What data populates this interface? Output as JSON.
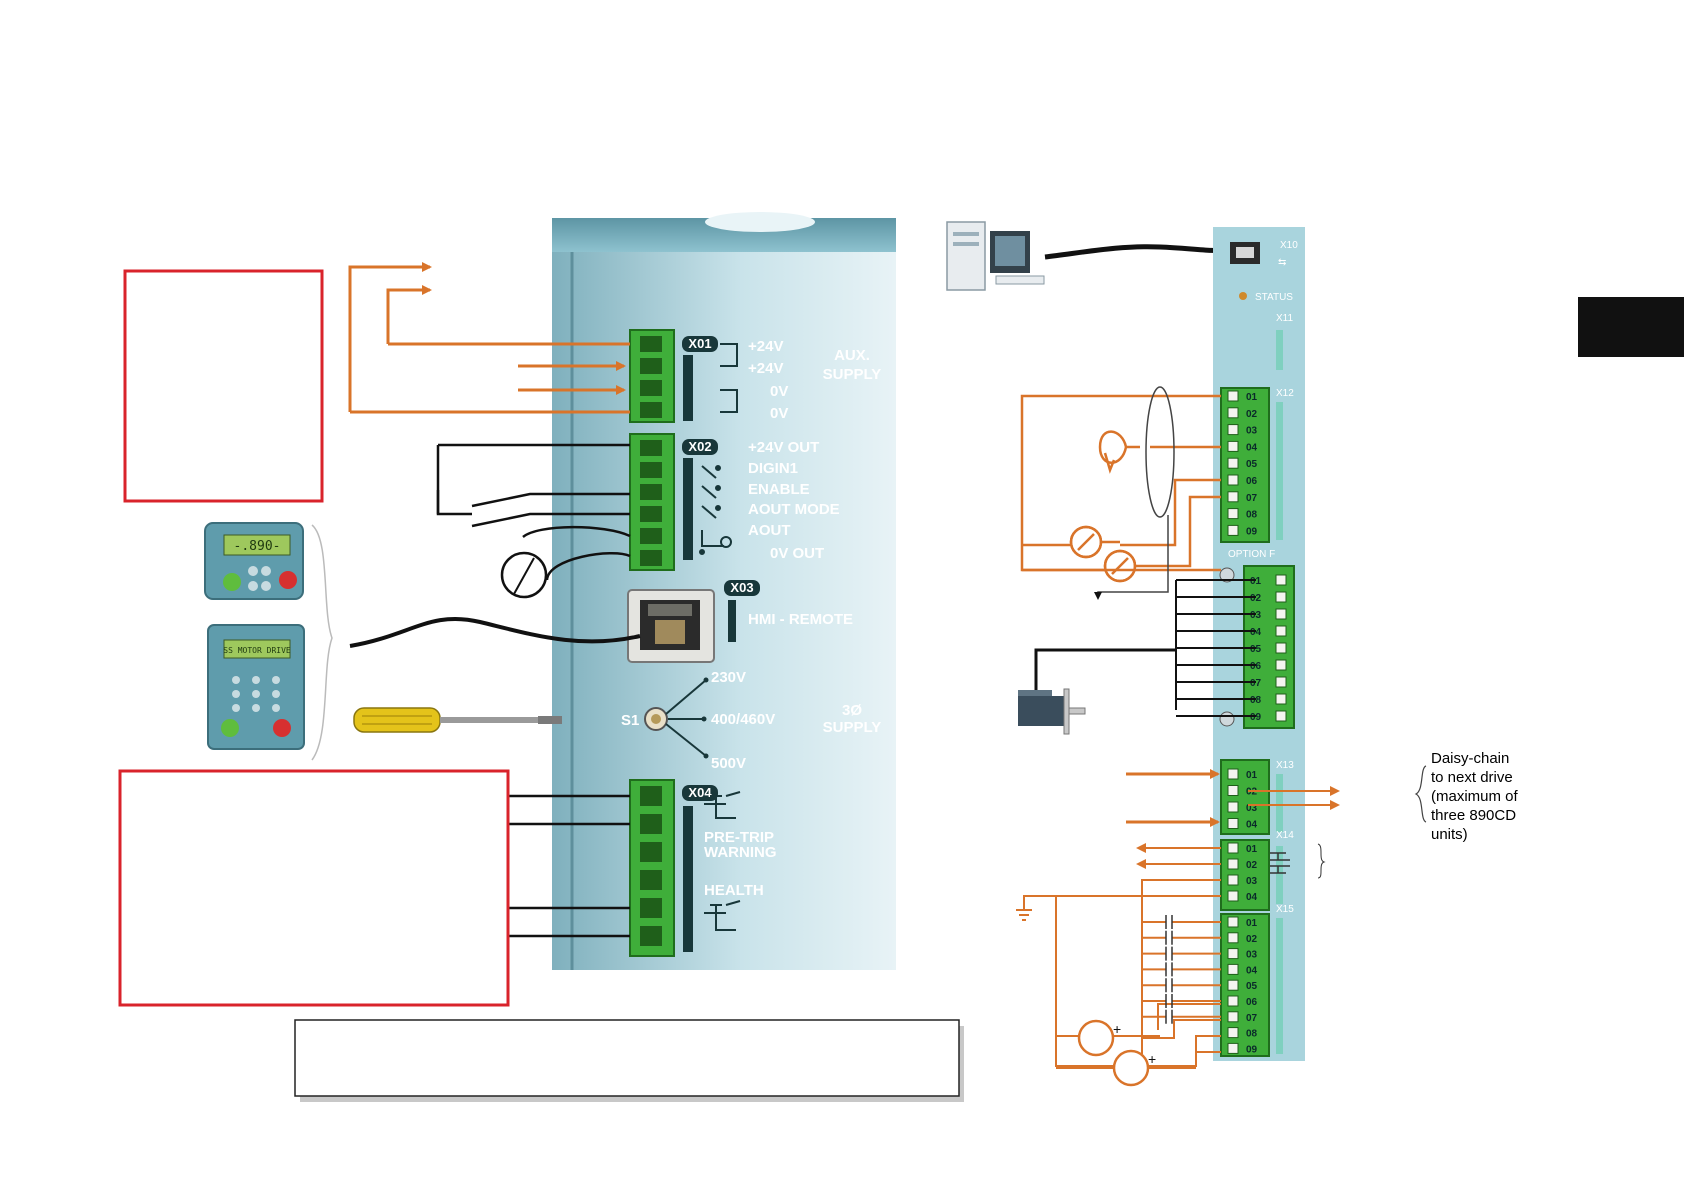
{
  "colors": {
    "wire_orange": "#d9742a",
    "frame_red": "#d9232b",
    "terminal_green": "#3fae3a",
    "panel_blue": "#a9d4dd",
    "tab_black": "#111111"
  },
  "icons": [
    "computer-icon",
    "motor-icon",
    "screwdriver-icon",
    "keypad-icon",
    "potentiometer-icon",
    "ground-icon",
    "current-meter-icon",
    "rj11-socket-icon"
  ],
  "x01": {
    "tag": "X01",
    "labels": [
      "+24V",
      "+24V",
      "0V",
      "0V"
    ],
    "group": [
      "AUX.",
      "SUPPLY"
    ]
  },
  "x02": {
    "tag": "X02",
    "labels": [
      "+24V OUT",
      "DIGIN1",
      "ENABLE",
      "AOUT MODE",
      "AOUT",
      "0V OUT"
    ]
  },
  "x03": {
    "tag": "X03",
    "label": "HMI - REMOTE"
  },
  "s1": {
    "tag": "S1",
    "options": [
      "230V",
      "400/460V",
      "500V"
    ],
    "group": [
      "3Ø",
      "SUPPLY"
    ]
  },
  "x04": {
    "tag": "X04",
    "labels": [
      "PRE-TRIP",
      "WARNING",
      "HEALTH"
    ]
  },
  "keypads": {
    "small_display": "-.890-",
    "large_display": "SS MOTOR DRIVE"
  },
  "right_panel": {
    "x10": "X10",
    "status": "STATUS",
    "x11": "X11",
    "x12": "X12",
    "option_f": "OPTION F",
    "x13": "X13",
    "x14": "X14",
    "x15": "X15",
    "pins_9": [
      "01",
      "02",
      "03",
      "04",
      "05",
      "06",
      "07",
      "08",
      "09"
    ],
    "pins_4": [
      "01",
      "02",
      "03",
      "04"
    ]
  },
  "daisy_chain": [
    "Daisy-chain",
    "to next drive",
    "(maximum of",
    "three 890CD",
    "units)"
  ],
  "plus_sign": "+"
}
